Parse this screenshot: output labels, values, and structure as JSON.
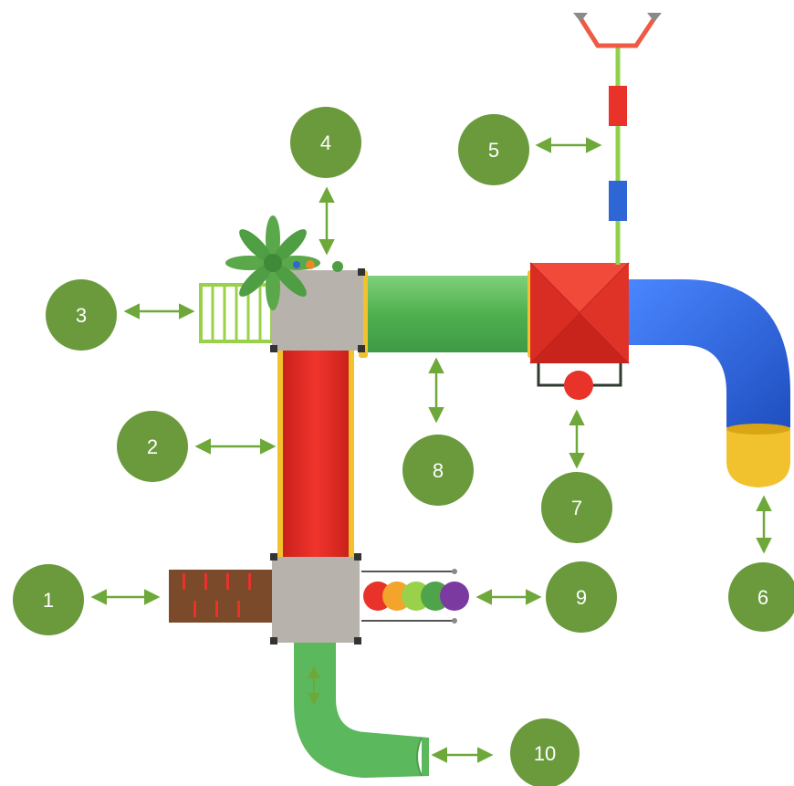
{
  "diagram": {
    "badges": [
      {
        "id": "badge-1",
        "label": "1"
      },
      {
        "id": "badge-2",
        "label": "2"
      },
      {
        "id": "badge-3",
        "label": "3"
      },
      {
        "id": "badge-4",
        "label": "4"
      },
      {
        "id": "badge-5",
        "label": "5"
      },
      {
        "id": "badge-6",
        "label": "6"
      },
      {
        "id": "badge-7",
        "label": "7"
      },
      {
        "id": "badge-8",
        "label": "8"
      },
      {
        "id": "badge-9",
        "label": "9"
      },
      {
        "id": "badge-10",
        "label": "10"
      }
    ],
    "colors": {
      "badge_fill": "#6a9a3c",
      "arrow": "#6fa83a",
      "platform": "#b8b2ad",
      "tunnel_green": "#5cb85c",
      "slide_red": "#e8322a",
      "roof_red": "#e8322a",
      "tube_blue": "#2f66d6",
      "exit_yellow": "#f2c12e",
      "wall_brown": "#7a4a2a",
      "climb_green": "#9ad14b",
      "beam_green": "#8fd14f"
    },
    "ball_colors": [
      "#e8322a",
      "#f2a52a",
      "#9ad14b",
      "#4fa34a",
      "#7a3aa0"
    ]
  }
}
